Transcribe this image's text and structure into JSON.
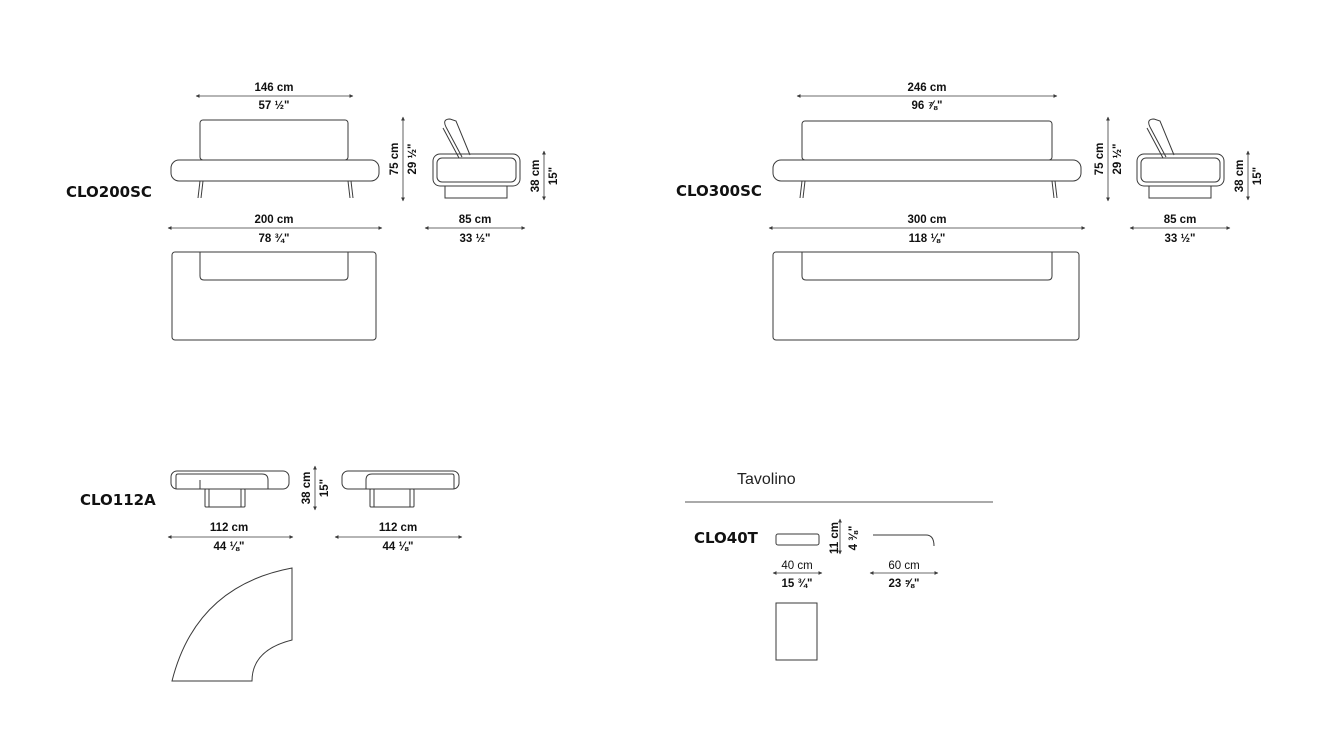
{
  "models": {
    "clo200sc": {
      "code": "CLO200SC",
      "back_width_cm": "146 cm",
      "back_width_in": "57 ½\"",
      "height_cm": "75 cm",
      "height_in": "29 ½\"",
      "seat_height_cm": "38 cm",
      "seat_height_in": "15\"",
      "width_cm": "200 cm",
      "width_in": "78 ¾\"",
      "depth_cm": "85 cm",
      "depth_in": "33 ½\""
    },
    "clo300sc": {
      "code": "CLO300SC",
      "back_width_cm": "246 cm",
      "back_width_in": "96 ⅞\"",
      "height_cm": "75 cm",
      "height_in": "29 ½\"",
      "seat_height_cm": "38 cm",
      "seat_height_in": "15\"",
      "width_cm": "300 cm",
      "width_in": "118 ⅛\"",
      "depth_cm": "85 cm",
      "depth_in": "33 ½\""
    },
    "clo112a": {
      "code": "CLO112A",
      "seat_height_cm": "38 cm",
      "seat_height_in": "15\"",
      "width_cm": "112 cm",
      "width_in": "44 ⅛\"",
      "width2_cm": "112 cm",
      "width2_in": "44 ⅛\""
    },
    "clo40t": {
      "section_title": "Tavolino",
      "code": "CLO40T",
      "height_cm": "11 cm",
      "height_in": "4 ⅜\"",
      "width_cm": "40 cm",
      "width_in": "15 ¾\"",
      "length_cm": "60 cm",
      "length_in": "23 ⅝\""
    }
  }
}
